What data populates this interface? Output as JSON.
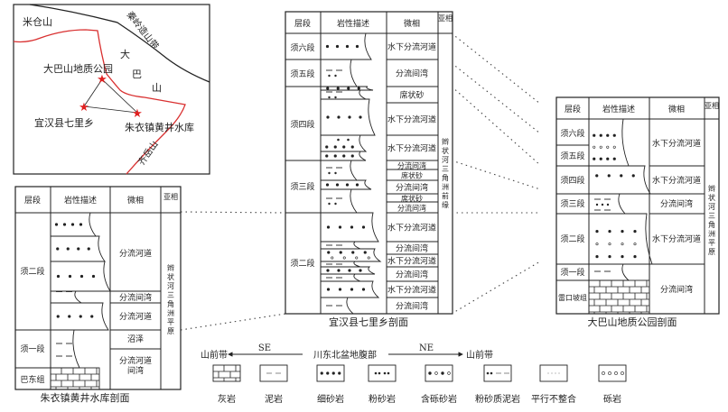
{
  "map": {
    "labels": {
      "micang": "米仓山",
      "qinling": "秦岭造山带",
      "da": "大",
      "ba": "巴",
      "shan": "山",
      "dabashan_park": "大巴山地质公园",
      "yihan": "宜汉县七里乡",
      "zhuyi": "朱衣镇黄井水库",
      "qiyue": "齐岳山"
    },
    "colors": {
      "boundary": "#d93030",
      "orogen": "#222222",
      "star": "#e02020"
    }
  },
  "headers": {
    "layer": "层段",
    "lith": "岩性描述",
    "micro": "微相",
    "sub": "亚相"
  },
  "sections": {
    "center": {
      "title": "宜汉县七里乡剖面",
      "subfacies": "辫状河三角洲前缘",
      "layers": [
        "须六段",
        "须五段",
        "须四段",
        "须三段",
        "须二段"
      ],
      "microfacies": [
        "水下分流河道",
        "分流间湾",
        "席状砂",
        "水下分流河道",
        "水下分流河道",
        "分流间湾",
        "席状砂",
        "分流间湾",
        "席状砂",
        "分流间湾",
        "水下分流河道",
        "分流间湾",
        "水下分流河道",
        "分流间湾",
        "水下分流河道",
        "分流间湾"
      ]
    },
    "right": {
      "title": "大巴山地质公园剖面",
      "subfacies": "辫状河三角洲平原",
      "layers": [
        "须六段",
        "须五段",
        "须四段",
        "须三段",
        "须二段",
        "须一段",
        "雷口坡组"
      ],
      "microfacies": [
        "水下分流河道",
        "水下分流河道",
        "分流间湾",
        "水下分流河道",
        "分流间湾"
      ]
    },
    "left": {
      "title": "朱衣镇黄井水库剖面",
      "subfacies": "辫状河三角洲平原",
      "layers": [
        "须二段",
        "须一段",
        "巴东组"
      ],
      "microfacies": [
        "分流河道",
        "分流间湾",
        "分流河道",
        "沼泽",
        "分流河道间湾"
      ]
    }
  },
  "direction": {
    "left_end": "山前带",
    "left_dir": "SE",
    "center": "川东北盆地腹部",
    "right_dir": "NE",
    "right_end": "山前带"
  },
  "legend": [
    {
      "key": "limestone",
      "label": "灰岩"
    },
    {
      "key": "mudstone",
      "label": "泥岩"
    },
    {
      "key": "fine-sandstone",
      "label": "细砂岩"
    },
    {
      "key": "siltstone",
      "label": "粉砂岩"
    },
    {
      "key": "pebbly-sandstone",
      "label": "含砾砂岩"
    },
    {
      "key": "silty-mudstone",
      "label": "粉砂质泥岩"
    },
    {
      "key": "disconformity",
      "label": "平行不整合"
    },
    {
      "key": "conglomerate",
      "label": "砾岩"
    }
  ]
}
